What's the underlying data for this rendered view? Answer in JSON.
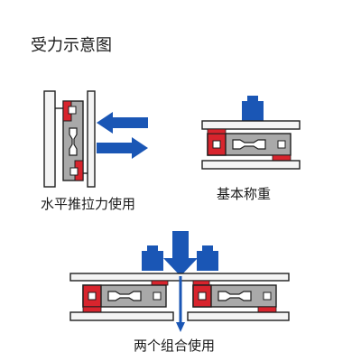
{
  "title": "受力示意图",
  "captions": {
    "push_pull": "水平推拉力使用",
    "weighing": "基本称重",
    "pair": "两个组合使用"
  },
  "colors": {
    "arrow_blue": "#1a56b5",
    "mount_red": "#d8242d",
    "cell_gray": "#a9a9a9",
    "plate_fill": "#f4f4f4",
    "outline": "#1e1e1e"
  },
  "icons": [
    "weight-icon",
    "arrow-left-icon",
    "arrow-right-icon",
    "arrow-down-icon"
  ]
}
